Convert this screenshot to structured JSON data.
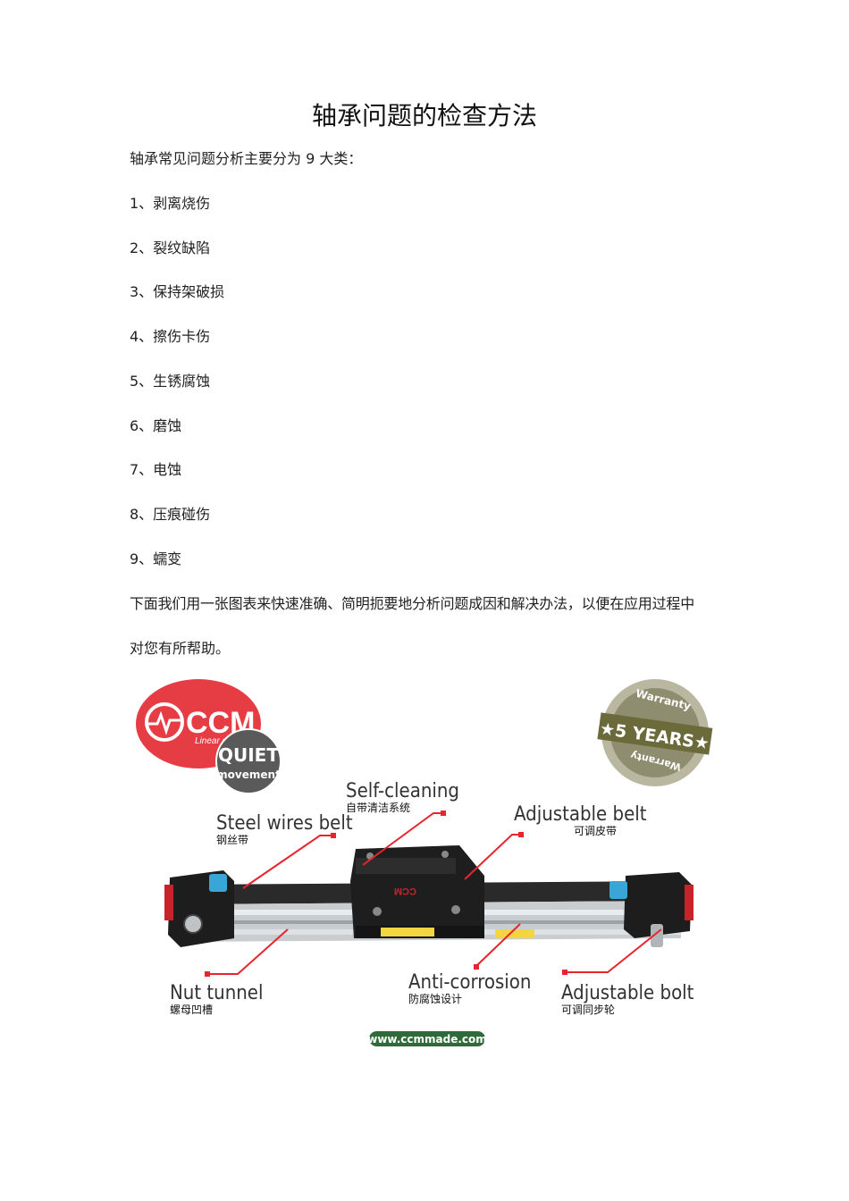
{
  "document": {
    "title": "轴承问题的检查方法",
    "intro": "轴承常见问题分析主要分为 9 大类：",
    "items": [
      "1、剥离烧伤",
      "2、裂纹缺陷",
      "3、保持架破损",
      "4、擦伤卡伤",
      "5、生锈腐蚀",
      "6、磨蚀",
      "7、电蚀",
      "8、压痕碰伤",
      "9、蠕变"
    ],
    "closing_line1": "下面我们用一张图表来快速准确、简明扼要地分析问题成因和解决办法，以便在应用过程中",
    "closing_line2": "对您有所帮助。"
  },
  "figure": {
    "logo": {
      "brand": "CCM",
      "tagline": "Linear guide rail",
      "quiet": "QUIET",
      "movement": "movement"
    },
    "warranty": {
      "top": "Warranty",
      "years": "★5 YEARS★",
      "bottom": "Warranty"
    },
    "carriage_logo": "CCM",
    "callouts": [
      {
        "en": "Self-cleaning",
        "zh": "自带清洁系统"
      },
      {
        "en": "Steel wires belt",
        "zh": "钢丝带"
      },
      {
        "en": "Adjustable belt",
        "zh": "可调皮带"
      },
      {
        "en": "Nut tunnel",
        "zh": "螺母凹槽"
      },
      {
        "en": "Anti-corrosion",
        "zh": "防腐蚀设计"
      },
      {
        "en": "Adjustable bolt",
        "zh": "可调同步轮"
      }
    ],
    "website": "www.ccmmade.com",
    "colors": {
      "accent_red": "#e8242e",
      "logo_red": "#e63c44",
      "badge_olive": "#6b6a3a",
      "badge_ring": "#b9b7a0",
      "web_green": "#2f6b3a"
    }
  }
}
